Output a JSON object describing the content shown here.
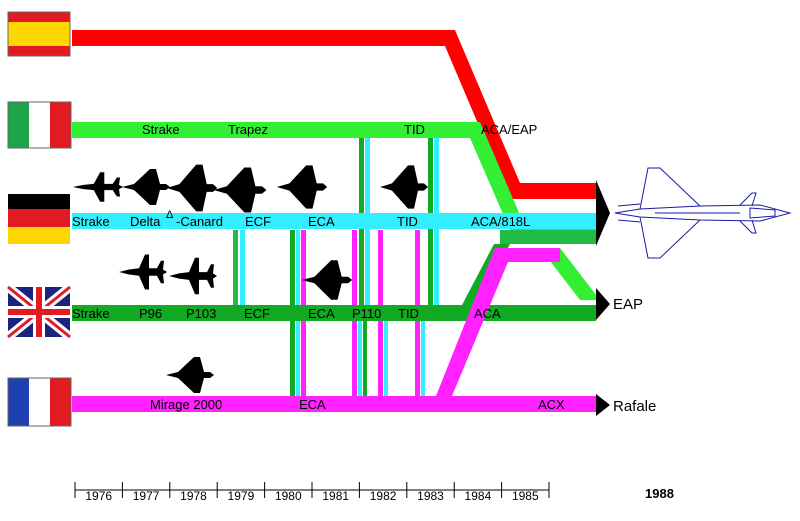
{
  "colors": {
    "spain": "#ff0000",
    "italy": "#33ee33",
    "germany": "#33eeff",
    "germany_base": "#22bb44",
    "uk": "#11aa22",
    "france": "#ff22ff",
    "eurofighter_outline": "#1a1aaa"
  },
  "flags": {
    "spain": "spain-flag-icon",
    "italy": "italy-flag-icon",
    "germany": "germany-flag-icon",
    "uk": "uk-flag-icon",
    "france": "france-flag-icon"
  },
  "italy_labels": {
    "strake": "Strake",
    "trapez": "Trapez",
    "tid": "TID",
    "aca_eap": "ACA/EAP"
  },
  "germany_labels": {
    "strake": "Strake",
    "delta": "Delta",
    "delta_symbol": "Δ",
    "canard": "-Canard",
    "ecf": "ECF",
    "eca": "ECA",
    "tid": "TID",
    "aca_818l": "ACA/818L"
  },
  "uk_labels": {
    "strake": "Strake",
    "p96": "P96",
    "p103": "P103",
    "ecf": "ECF",
    "eca": "ECA",
    "p110": "P110",
    "tid": "TID",
    "aca": "ACA"
  },
  "france_labels": {
    "mirage": "Mirage 2000",
    "eca": "ECA",
    "acx": "ACX"
  },
  "outcomes": {
    "eap": "EAP",
    "rafale": "Rafale"
  },
  "timeline": {
    "years": [
      "1976",
      "1977",
      "1978",
      "1979",
      "1980",
      "1981",
      "1982",
      "1983",
      "1984",
      "1985"
    ],
    "final_year": "1988"
  }
}
